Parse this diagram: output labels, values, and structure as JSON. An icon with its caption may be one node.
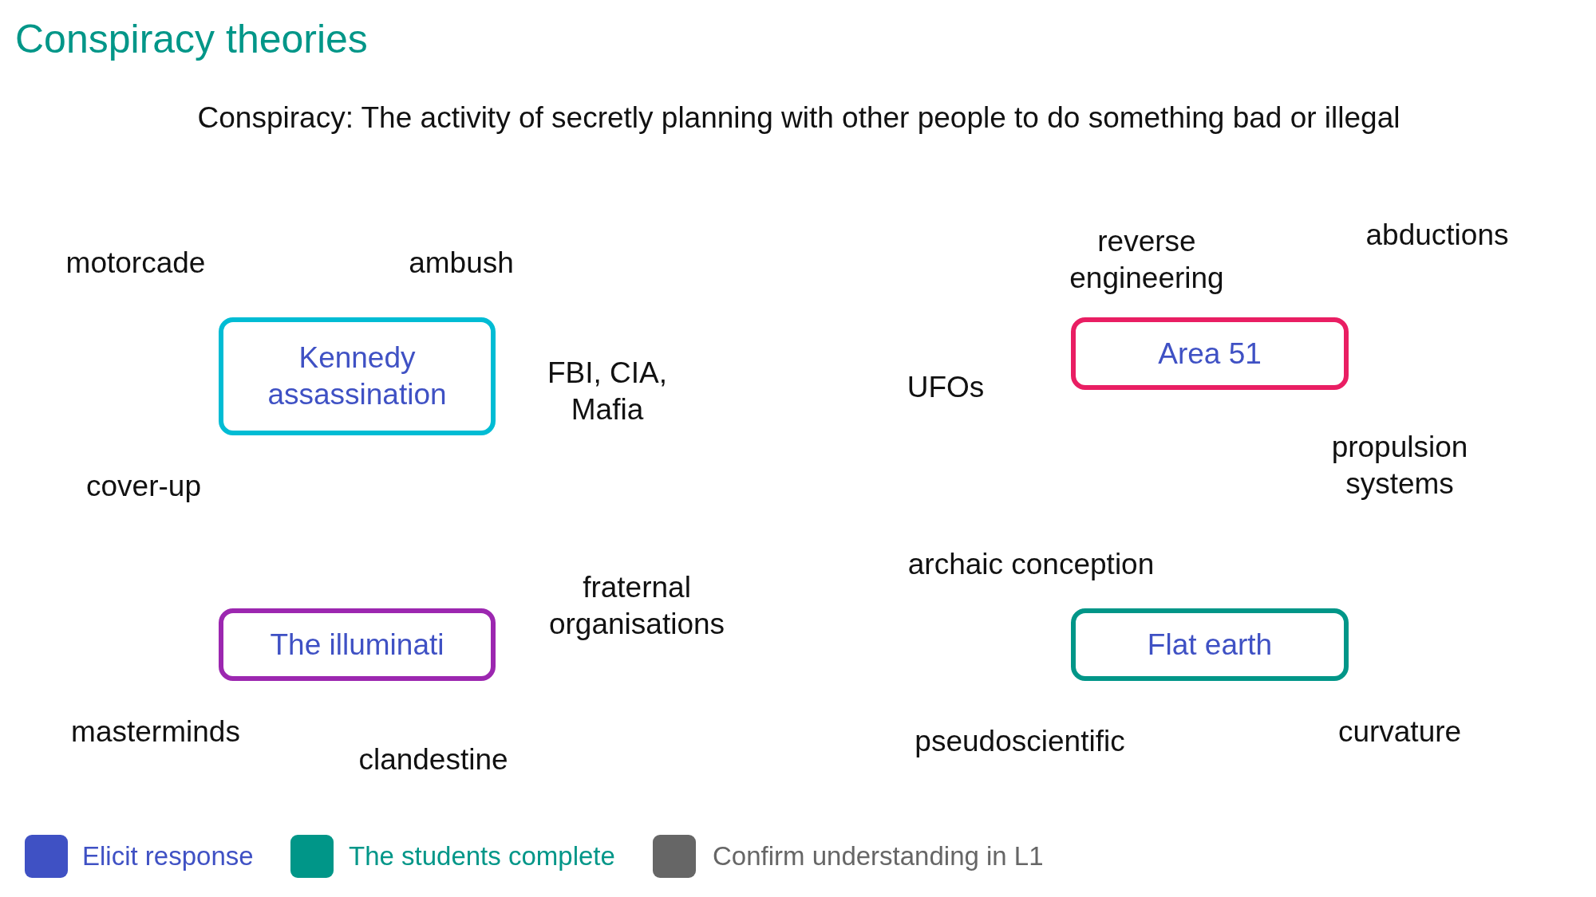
{
  "diagram": {
    "title": "Conspiracy theories",
    "nodes": [
      {
        "text": [
          "Kennedy assassination"
        ]
      },
      {
        "text": [
          "Area 51"
        ]
      },
      {
        "text": [
          "The illuminati"
        ]
      },
      {
        "text": [
          "Flat earth"
        ]
      }
    ],
    "labels": [
      "Conspiracy: The activity of secretly planning with other people to do something bad or illegal",
      "motorcade",
      "ambush",
      "reverse engineering",
      "abductions",
      "FBI, CIA, Mafia",
      "UFOs",
      "propulsion systems",
      "cover-up",
      "archaic conception",
      "fraternal organisations",
      "masterminds",
      "pseudoscientific",
      "curvature",
      "clandestine"
    ],
    "legend": [
      {
        "text": "Elicit response",
        "color": "#3f51c4"
      },
      {
        "text": "The students complete",
        "color": "#009688"
      },
      {
        "text": "Confirm understanding in L1",
        "color": "#666666"
      }
    ]
  }
}
